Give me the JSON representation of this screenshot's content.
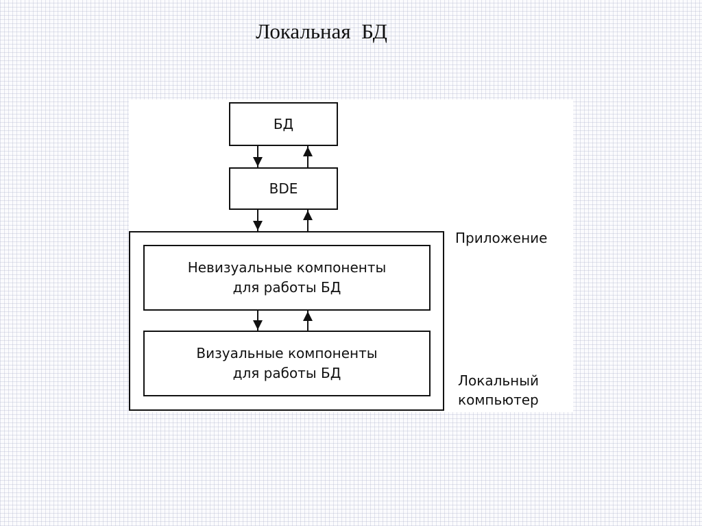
{
  "slide_title": "Локальная  БД",
  "diagram": {
    "nodes": {
      "db": "БД",
      "bde": "BDE",
      "nonvisual_line1": "Невизуальные компоненты",
      "nonvisual_line2": "для работы БД",
      "visual_line1": "Визуальные компоненты",
      "visual_line2": "для работы БД"
    },
    "labels": {
      "application": "Приложение",
      "local_line1": "Локальный",
      "local_line2": "компьютер"
    },
    "connections": [
      {
        "from": "db",
        "to": "bde",
        "direction": "bidirectional"
      },
      {
        "from": "bde",
        "to": "application",
        "direction": "bidirectional"
      },
      {
        "from": "nonvisual",
        "to": "visual",
        "direction": "bidirectional"
      }
    ]
  }
}
